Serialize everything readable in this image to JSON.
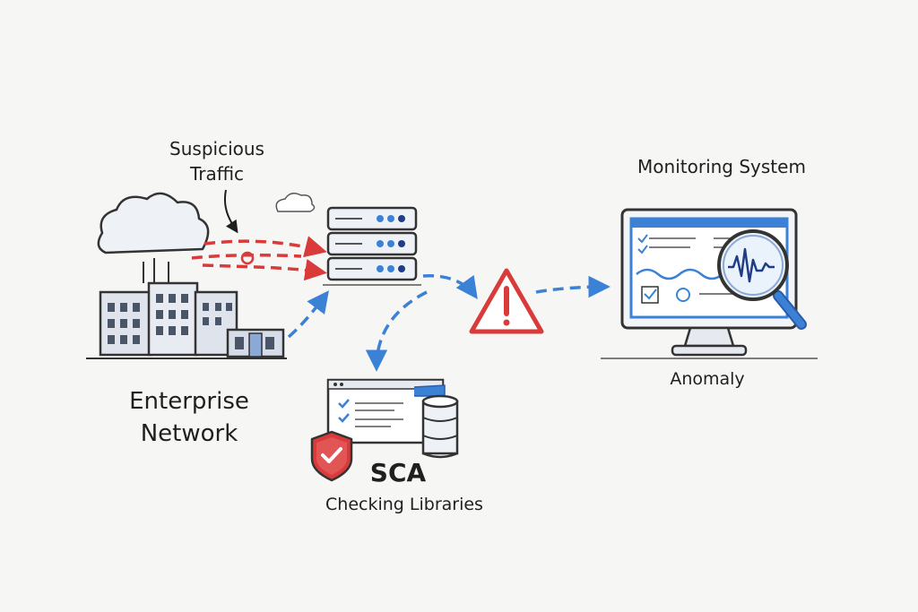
{
  "labels": {
    "suspicious_line1": "Suspicious",
    "suspicious_line2": "Traffic",
    "monitoring_system": "Monitoring System",
    "anomaly": "Anomaly",
    "enterprise_line1": "Enterprise",
    "enterprise_line2": "Network",
    "sca": "SCA",
    "checking_libraries": "Checking Libraries"
  },
  "icons": {
    "cloud": "cloud-icon",
    "building": "building-icon",
    "server": "server-stack-icon",
    "warning": "warning-triangle-icon",
    "monitor": "monitor-icon",
    "magnifier": "magnifying-glass-icon",
    "shield": "shield-check-icon",
    "database": "database-icon",
    "browser": "browser-window-icon"
  },
  "colors": {
    "suspicious_flow": "#d93a3a",
    "normal_flow": "#3b82d6",
    "warning": "#d93a3a",
    "accent_blue": "#3b82d6",
    "outline": "#333333"
  }
}
